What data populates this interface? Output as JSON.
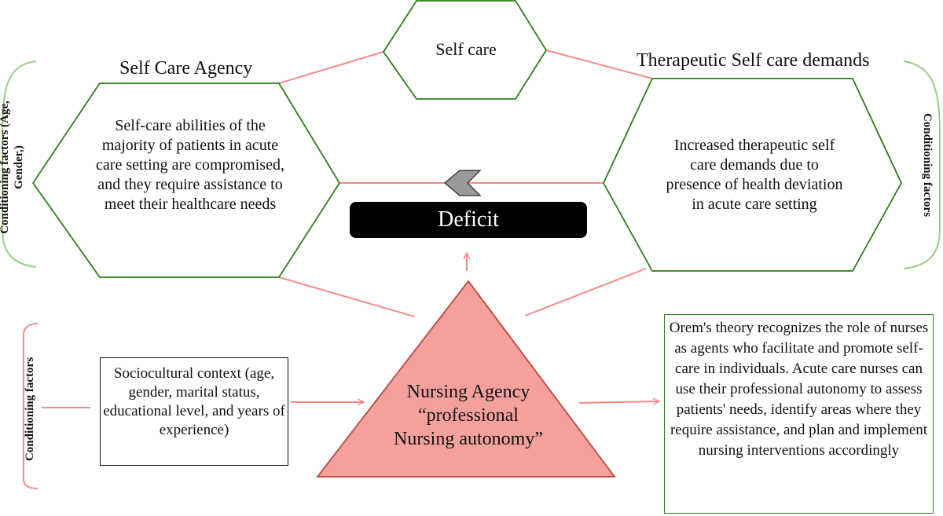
{
  "nodes": {
    "self_care": "Self care",
    "self_care_agency_title": "Self Care Agency",
    "therapeutic_title": "Therapeutic Self care demands",
    "left_hex_text": "Self-care abilities of the majority of patients in acute care setting are compromised, and they require assistance to meet their healthcare needs",
    "right_hex_text": "Increased  therapeutic self care demands due to presence of health deviation in acute care setting",
    "deficit": "Deficit",
    "nursing_agency": "Nursing Agency “professional Nursing autonomy”",
    "sociocultural": "Sociocultural context (age, gender, marital status, educational level, and years of experience)",
    "orem": "Orem's theory recognizes the role of nurses as agents who facilitate and promote self-care in individuals. Acute care nurses can use their professional autonomy to assess patients' needs, identify areas where they require assistance, and plan and implement nursing interventions accordingly"
  },
  "side_labels": {
    "left_top": "Conditioning factors (Age, Gender,)",
    "right_top": "Conditioning factors",
    "left_bottom": "Conditioning factors"
  },
  "colors": {
    "hex_stroke": "#2e7d1a",
    "connector": "#f28b8b",
    "triangle_fill": "#f4a19d",
    "triangle_stroke": "#c0504d",
    "deficit_bg": "#000000",
    "bracket_green": "#9ccc84",
    "bracket_red": "#f28b8b"
  }
}
